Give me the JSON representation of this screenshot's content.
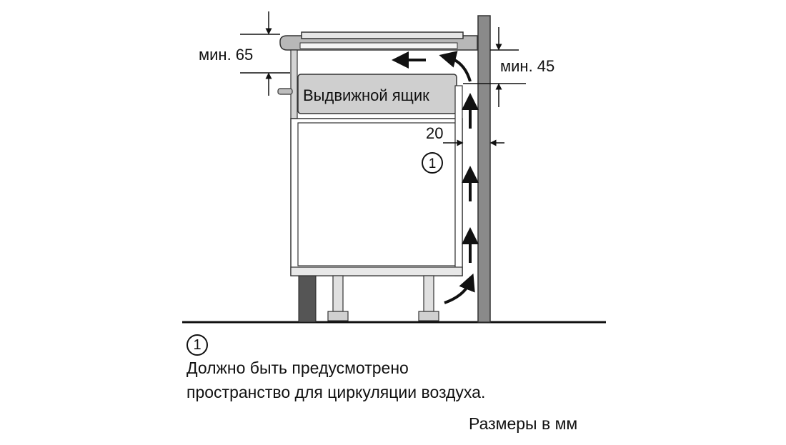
{
  "labels": {
    "min_65": "мин. 65",
    "min_45": "мин. 45",
    "drawer": "Выдвижной ящик",
    "gap_20": "20",
    "marker": "1"
  },
  "note": {
    "marker": "1",
    "line1": "Должно быть предусмотрено",
    "line2": "пространство для циркуляции воздуха."
  },
  "units": "Размеры в мм"
}
